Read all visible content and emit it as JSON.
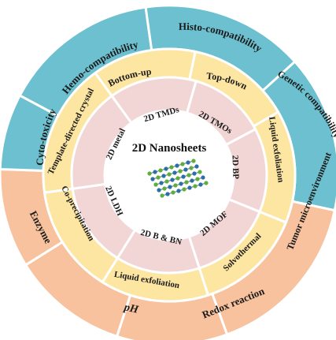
{
  "center": {
    "title": "2D Nanosheets",
    "icon": "nanosheet-lattice-icon"
  },
  "colors": {
    "outer_blue": "#6cc0cf",
    "outer_orange": "#f7c29d",
    "middle_yellow": "#fde6a1",
    "inner_pink": "#f2d5d5",
    "center_white": "#ffffff",
    "separator": "#ffffff"
  },
  "rings": {
    "outer": [
      {
        "label": "Hemo-compatibility",
        "group": "biocompatibility"
      },
      {
        "label": "Histo-compatibility",
        "group": "biocompatibility"
      },
      {
        "label": "Genetic compatibility",
        "group": "biocompatibility"
      },
      {
        "label": "Tumor microenvironment",
        "group": "stimuli"
      },
      {
        "label": "Redox reaction",
        "group": "stimuli"
      },
      {
        "label": "pH",
        "group": "stimuli"
      },
      {
        "label": "Enzyme",
        "group": "stimuli"
      },
      {
        "label": "Cyto-toxicity",
        "group": "biocompatibility"
      }
    ],
    "middle": [
      {
        "label": "Bottom-up"
      },
      {
        "label": "Top-down"
      },
      {
        "label": "Liquid exfoliation"
      },
      {
        "label": "Solvothermal"
      },
      {
        "label": "Liquid exfoliation"
      },
      {
        "label": "Co-precipitation"
      },
      {
        "label": "Template-directed crystal"
      }
    ],
    "inner": [
      {
        "label": "2D TMDs"
      },
      {
        "label": "2D TMOs"
      },
      {
        "label": "2D BP"
      },
      {
        "label": "2D MOF"
      },
      {
        "label": "2D B & BN"
      },
      {
        "label": "2D LDH"
      },
      {
        "label": "2D metal"
      }
    ]
  }
}
